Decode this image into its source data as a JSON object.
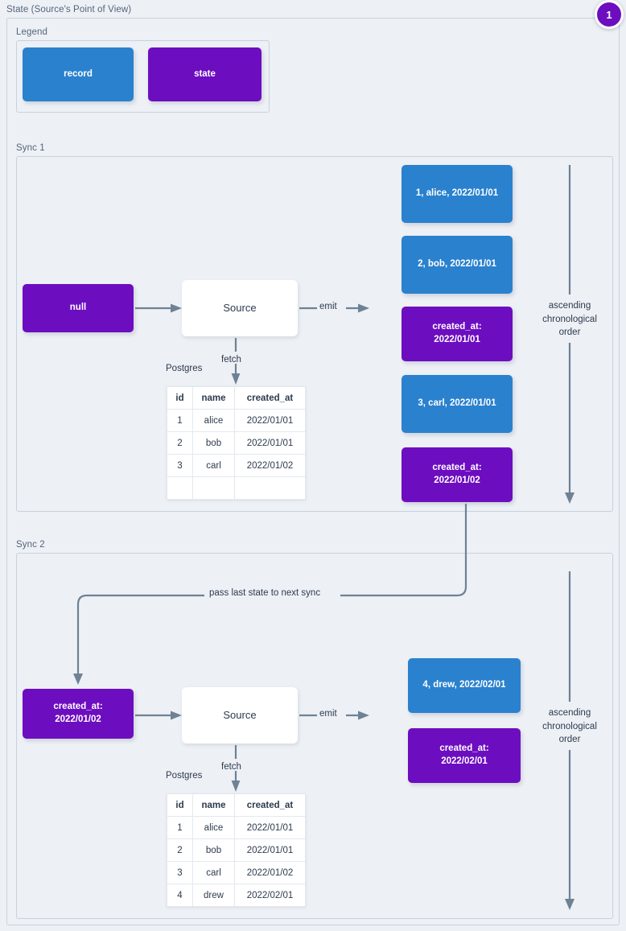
{
  "page": {
    "title": "State (Source's Point of View)",
    "badge": "1",
    "colors": {
      "record": "#2a81ce",
      "state": "#6d0dc0",
      "background": "#edf0f5",
      "border": "#c8d2de",
      "connector": "#6e8294",
      "text": "#2d3b4e"
    }
  },
  "legend": {
    "title": "Legend",
    "items": [
      {
        "label": "record",
        "kind": "record"
      },
      {
        "label": "state",
        "kind": "state"
      }
    ]
  },
  "syncs": [
    {
      "title": "Sync 1",
      "input_state": {
        "label": "null",
        "kind": "state"
      },
      "source": {
        "label": "Source"
      },
      "fetch_label": "fetch",
      "emit_label": "emit",
      "db_label": "Postgres",
      "table": {
        "columns": [
          "id",
          "name",
          "created_at"
        ],
        "rows": [
          [
            "1",
            "alice",
            "2022/01/01"
          ],
          [
            "2",
            "bob",
            "2022/01/01"
          ],
          [
            "3",
            "carl",
            "2022/01/02"
          ],
          [
            "",
            "",
            ""
          ]
        ]
      },
      "emitted": [
        {
          "kind": "record",
          "line1": "1, alice, 2022/01/01",
          "line2": ""
        },
        {
          "kind": "record",
          "line1": "2, bob, 2022/01/01",
          "line2": ""
        },
        {
          "kind": "state",
          "line1": "created_at:",
          "line2": "2022/01/01"
        },
        {
          "kind": "record",
          "line1": "3, carl, 2022/01/01",
          "line2": ""
        },
        {
          "kind": "state",
          "line1": "created_at:",
          "line2": "2022/01/02"
        }
      ],
      "order_label": "ascending chronological order"
    },
    {
      "title": "Sync 2",
      "input_state": {
        "label_line1": "created_at:",
        "label_line2": "2022/01/02",
        "kind": "state"
      },
      "source": {
        "label": "Source"
      },
      "fetch_label": "fetch",
      "emit_label": "emit",
      "db_label": "Postgres",
      "table": {
        "columns": [
          "id",
          "name",
          "created_at"
        ],
        "rows": [
          [
            "1",
            "alice",
            "2022/01/01"
          ],
          [
            "2",
            "bob",
            "2022/01/01"
          ],
          [
            "3",
            "carl",
            "2022/01/02"
          ],
          [
            "4",
            "drew",
            "2022/02/01"
          ]
        ]
      },
      "emitted": [
        {
          "kind": "record",
          "line1": "4, drew, 2022/02/01",
          "line2": ""
        },
        {
          "kind": "state",
          "line1": "created_at:",
          "line2": "2022/02/01"
        }
      ],
      "order_label": "ascending chronological order"
    }
  ],
  "connectors": {
    "pass_state_label": "pass last state to next sync"
  }
}
